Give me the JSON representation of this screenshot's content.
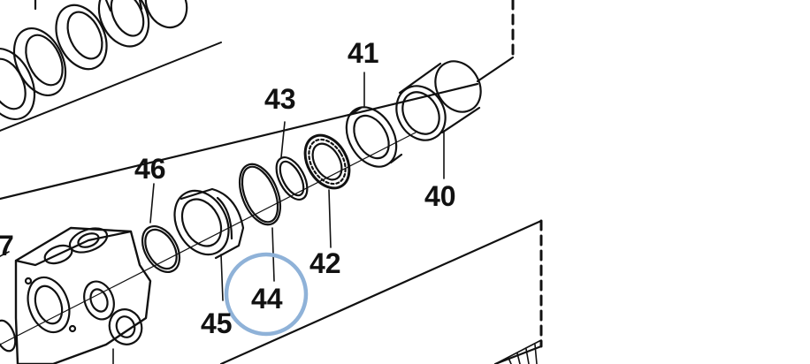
{
  "figure": {
    "callouts": {
      "p40": "40",
      "p41": "41",
      "p42": "42",
      "p43": "43",
      "p44": "44",
      "p45": "45",
      "p46": "46",
      "p47_partial": "7"
    },
    "highlighted_part": "44",
    "colors": {
      "ink": "#111111",
      "highlight_ring": "#8fb2d8",
      "paper": "#ffffff"
    }
  }
}
